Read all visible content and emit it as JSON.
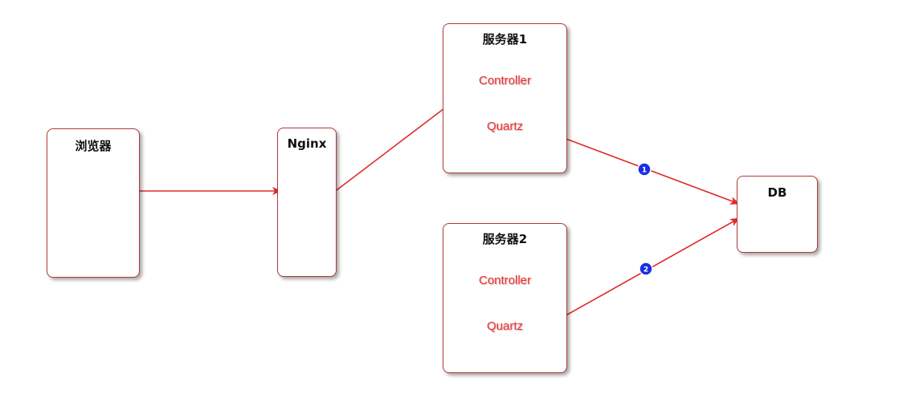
{
  "nodes": {
    "browser": {
      "title": "浏览器"
    },
    "nginx": {
      "title": "Nginx"
    },
    "server1": {
      "title": "服务器1",
      "items": [
        "Controller",
        "Quartz"
      ]
    },
    "server2": {
      "title": "服务器2",
      "items": [
        "Controller",
        "Quartz"
      ]
    },
    "db": {
      "title": "DB"
    }
  },
  "badges": [
    "1",
    "2"
  ],
  "colors": {
    "arrow": "#e02a2a",
    "node_border": "#b03a3a",
    "badge_fill": "#1a2fe0",
    "item_text": "#e82d2d"
  }
}
